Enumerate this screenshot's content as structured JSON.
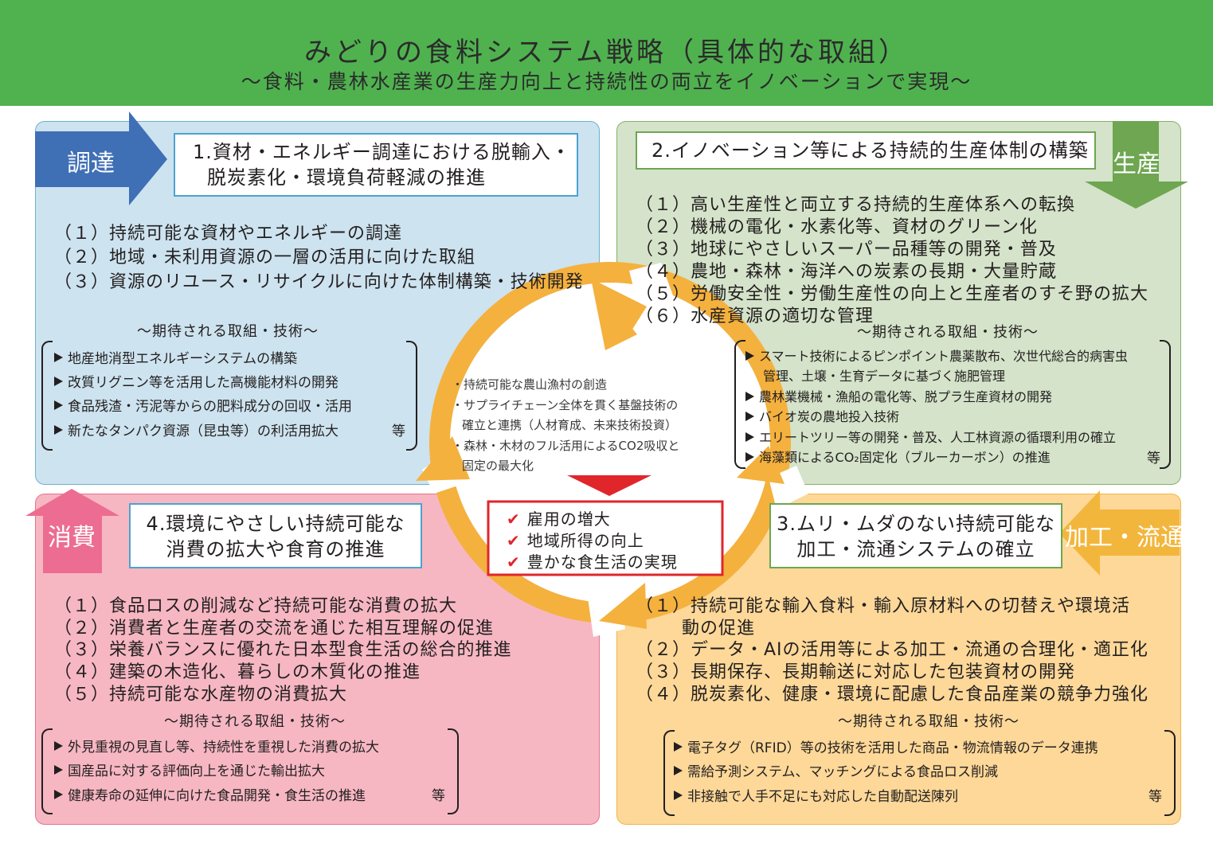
{
  "header": {
    "title": "みどりの食料システム戦略（具体的な取組）",
    "subtitle": "〜食料・農林水産業の生産力向上と持続性の両立をイノベーションで実現〜"
  },
  "colors": {
    "header_green": "#4fb24f",
    "procurement_blue": "#3f6fb5",
    "production_green": "#6ea651",
    "processing_orange": "#f3b63c",
    "consumption_pink": "#ec6d91",
    "cycle_orange": "#f4b13e",
    "outcome_red": "#e0262b"
  },
  "expected_label": "〜期待される取組・技術〜",
  "etc_label": "等",
  "q1": {
    "tag": "調達",
    "heading": [
      "1.資材・エネルギー調達における脱輸入・",
      "脱炭素化・環境負荷軽減の推進"
    ],
    "items": [
      "（１）持続可能な資材やエネルギーの調達",
      "（２）地域・未利用資源の一層の活用に向けた取組",
      "（３）資源のリユース・リサイクルに向けた体制構築・技術開発"
    ],
    "expected": [
      "地産地消型エネルギーシステムの構築",
      "改質リグニン等を活用した高機能材料の開発",
      "食品残渣・汚泥等からの肥料成分の回収・活用",
      "新たなタンパク資源（昆虫等）の利活用拡大"
    ]
  },
  "q2": {
    "tag": "生産",
    "heading": "2.イノベーション等による持続的生産体制の構築",
    "items": [
      "（１）高い生産性と両立する持続的生産体系への転換",
      "（２）機械の電化・水素化等、資材のグリーン化",
      "（３）地球にやさしいスーパー品種等の開発・普及",
      "（４）農地・森林・海洋への炭素の長期・大量貯蔵",
      "（５）労働安全性・労働生産性の向上と生産者のすそ野の拡大",
      "（６）水産資源の適切な管理"
    ],
    "expected": [
      "スマート技術によるピンポイント農薬散布、次世代総合的病害虫",
      "管理、土壌・生育データに基づく施肥管理",
      "農林業機械・漁船の電化等、脱プラ生産資材の開発",
      "バイオ炭の農地投入技術",
      "エリートツリー等の開発・普及、人工林資源の循環利用の確立",
      "海藻類によるCO₂固定化（ブルーカーボン）の推進"
    ]
  },
  "q3": {
    "tag": "加工・流通",
    "heading": [
      "3.ムリ・ムダのない持続可能な",
      "加工・流通システムの確立"
    ],
    "items": [
      "（１）持続可能な輸入食料・輸入原材料への切替えや環境活",
      "動の促進",
      "（２）データ・AIの活用等による加工・流通の合理化・適正化",
      "（３）長期保存、長期輸送に対応した包装資材の開発",
      "（４）脱炭素化、健康・環境に配慮した食品産業の競争力強化"
    ],
    "expected": [
      "電子タグ（RFID）等の技術を活用した商品・物流情報のデータ連携",
      "需給予測システム、マッチングによる食品ロス削減",
      "非接触で人手不足にも対応した自動配送陳列"
    ]
  },
  "q4": {
    "tag": "消費",
    "heading": [
      "4.環境にやさしい持続可能な",
      "消費の拡大や食育の推進"
    ],
    "items": [
      "（１）食品ロスの削減など持続可能な消費の拡大",
      "（２）消費者と生産者の交流を通じた相互理解の促進",
      "（３）栄養バランスに優れた日本型食生活の総合的推進",
      "（４）建築の木造化、暮らしの木質化の推進",
      "（５）持続可能な水産物の消費拡大"
    ],
    "expected": [
      "外見重視の見直し等、持続性を重視した消費の拡大",
      "国産品に対する評価向上を通じた輸出拡大",
      "健康寿命の延伸に向けた食品開発・食生活の推進"
    ]
  },
  "center": {
    "goals": [
      "・持続可能な農山漁村の創造",
      "・サプライチェーン全体を貫く基盤技術の",
      "確立と連携（人材育成、未来技術投資）",
      "・森林・木材のフル活用によるCO2吸収と",
      "固定の最大化"
    ],
    "outcomes": [
      "雇用の増大",
      "地域所得の向上",
      "豊かな食生活の実現"
    ]
  }
}
